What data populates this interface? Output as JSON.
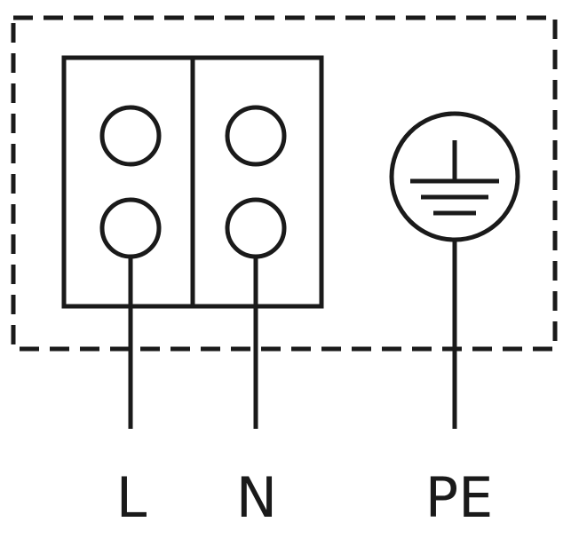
{
  "terminals": {
    "line_label": "L",
    "neutral_label": "N",
    "earth_label": "PE"
  },
  "colors": {
    "stroke": "#1a1a1a",
    "background": "#ffffff"
  }
}
